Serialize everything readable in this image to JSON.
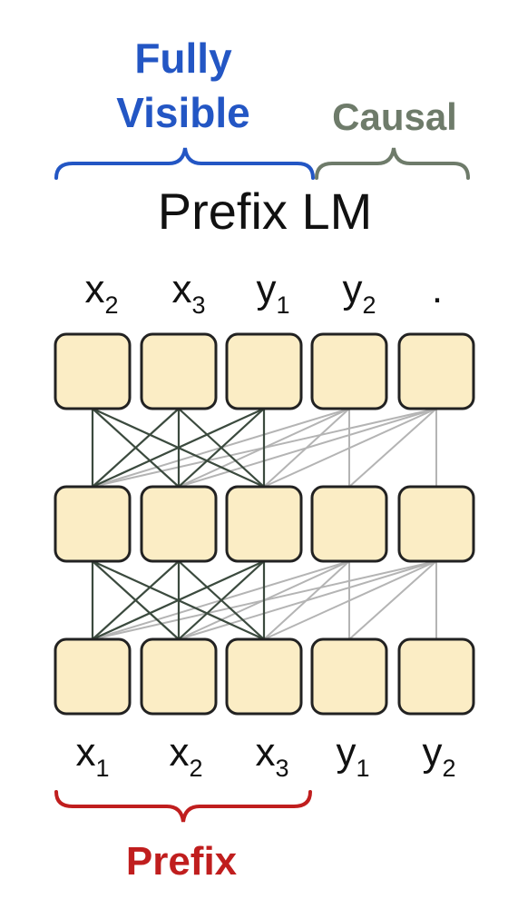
{
  "title": "Prefix LM",
  "fully_visible_label": [
    "Fully",
    "Visible"
  ],
  "causal_label": "Causal",
  "prefix_label": "Prefix",
  "output_tokens": [
    {
      "base": "x",
      "sub": "2"
    },
    {
      "base": "x",
      "sub": "3"
    },
    {
      "base": "y",
      "sub": "1"
    },
    {
      "base": "y",
      "sub": "2"
    },
    {
      "base": ".",
      "sub": ""
    }
  ],
  "input_tokens": [
    {
      "base": "x",
      "sub": "1"
    },
    {
      "base": "x",
      "sub": "2"
    },
    {
      "base": "x",
      "sub": "3"
    },
    {
      "base": "y",
      "sub": "1"
    },
    {
      "base": "y",
      "sub": "2"
    }
  ],
  "prefix_length": 3,
  "colors": {
    "fully_visible": "#2356c4",
    "causal": "#6e7b6a",
    "prefix": "#c01e1e",
    "box_fill": "#fbedc5",
    "box_stroke": "#222222",
    "prefix_edge": "#3b4a3e",
    "causal_edge": "#b4b4b4"
  }
}
